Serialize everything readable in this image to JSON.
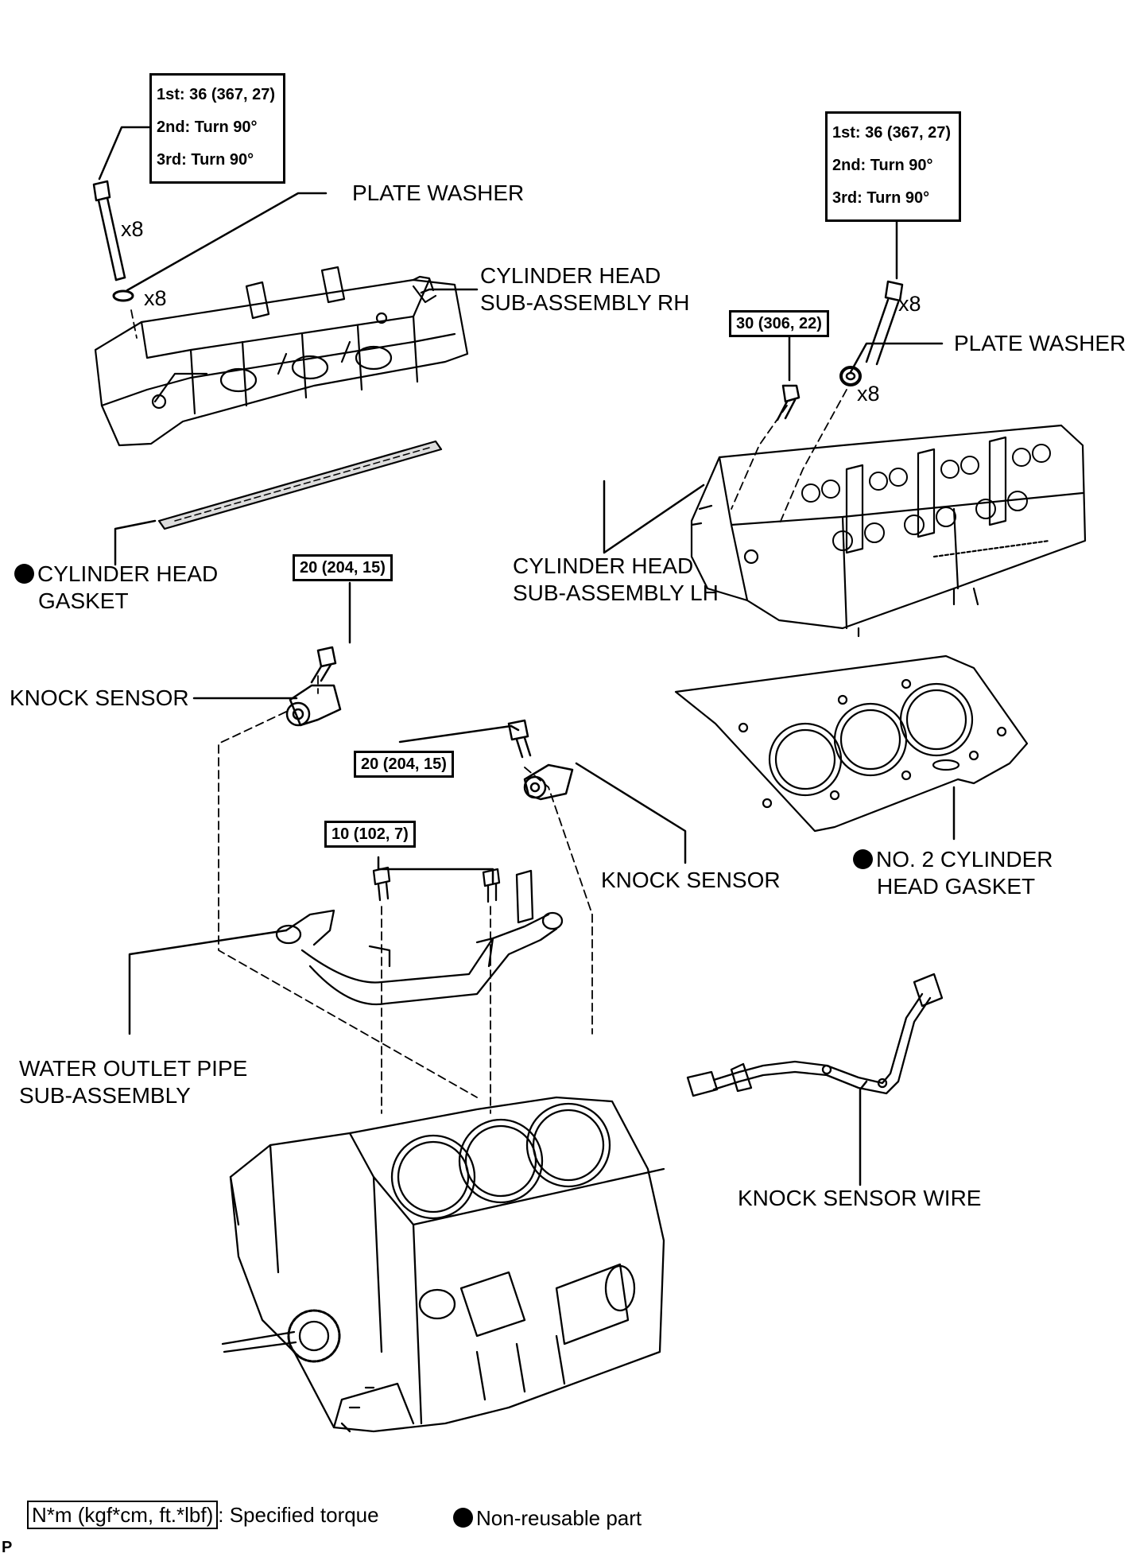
{
  "torque_specs": {
    "rh_bolt": [
      "1st: 36 (367, 27)",
      "2nd: Turn 90°",
      "3rd: Turn 90°"
    ],
    "lh_bolt": [
      "1st: 36 (367, 27)",
      "2nd: Turn 90°",
      "3rd: Turn 90°"
    ],
    "lh_head_bolt": "30 (306, 22)",
    "knock_sensor_rh": "20 (204, 15)",
    "knock_sensor_lh": "20 (204, 15)",
    "water_pipe_bolts": "10 (102, 7)"
  },
  "counts": {
    "rh_bolt": "x8",
    "rh_washer": "x8",
    "lh_bolt": "x8",
    "lh_washer": "x8"
  },
  "labels": {
    "plate_washer_rh": "PLATE WASHER",
    "plate_washer_lh": "PLATE WASHER",
    "head_rh_1": "CYLINDER HEAD",
    "head_rh_2": "SUB-ASSEMBLY RH",
    "head_lh_1": "CYLINDER HEAD",
    "head_lh_2": "SUB-ASSEMBLY LH",
    "gasket_1": "CYLINDER HEAD",
    "gasket_2": "GASKET",
    "gasket2_1": "NO. 2 CYLINDER",
    "gasket2_2": "HEAD GASKET",
    "knock_sensor_rh": "KNOCK SENSOR",
    "knock_sensor_lh": "KNOCK SENSOR",
    "water_pipe_1": "WATER OUTLET PIPE",
    "water_pipe_2": "SUB-ASSEMBLY",
    "knock_wire": "KNOCK SENSOR WIRE"
  },
  "legend": {
    "torque_unit": "N*m (kgf*cm, ft.*lbf)",
    "torque_desc": ": Specified torque",
    "nonreusable": "Non-reusable part"
  },
  "corner_mark": "P"
}
